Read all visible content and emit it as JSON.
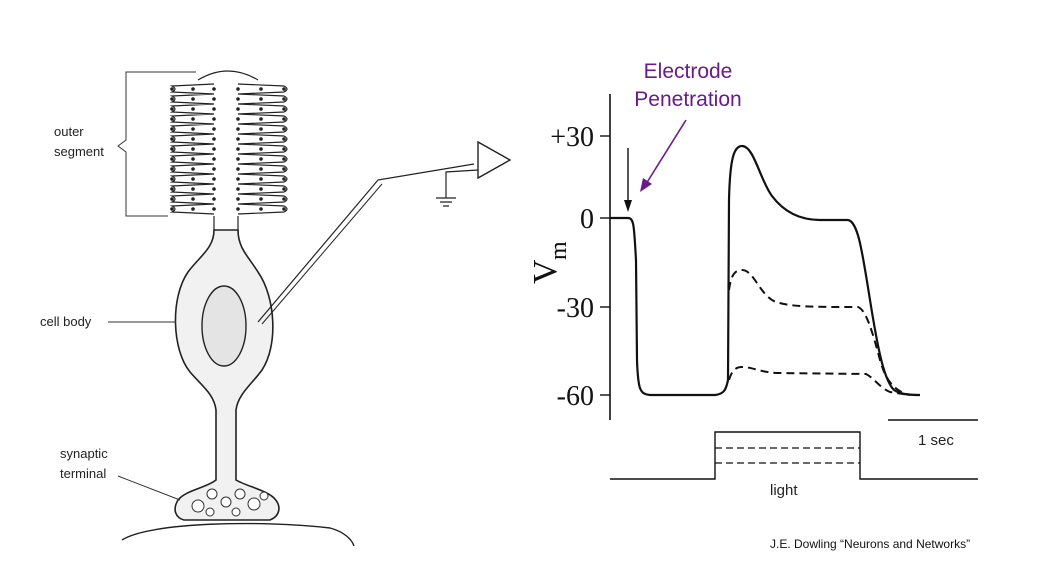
{
  "cell_diagram": {
    "labels": {
      "outer_segment_line1": "outer",
      "outer_segment_line2": "segment",
      "cell_body": "cell body",
      "synaptic_line1": "synaptic",
      "synaptic_line2": "terminal"
    }
  },
  "recording": {
    "annotation_line1": "Electrode",
    "annotation_line2": "Penetration",
    "y_axis_label": "V",
    "y_axis_subscript": "m",
    "ticks": [
      "+30",
      "0",
      "-30",
      "-60"
    ],
    "scale_bar_label": "1 sec",
    "stimulus_label": "light",
    "colors": {
      "annotation": "#6a1b8a",
      "trace": "#111111"
    }
  },
  "citation": "J.E. Dowling  “Neurons and Networks”"
}
